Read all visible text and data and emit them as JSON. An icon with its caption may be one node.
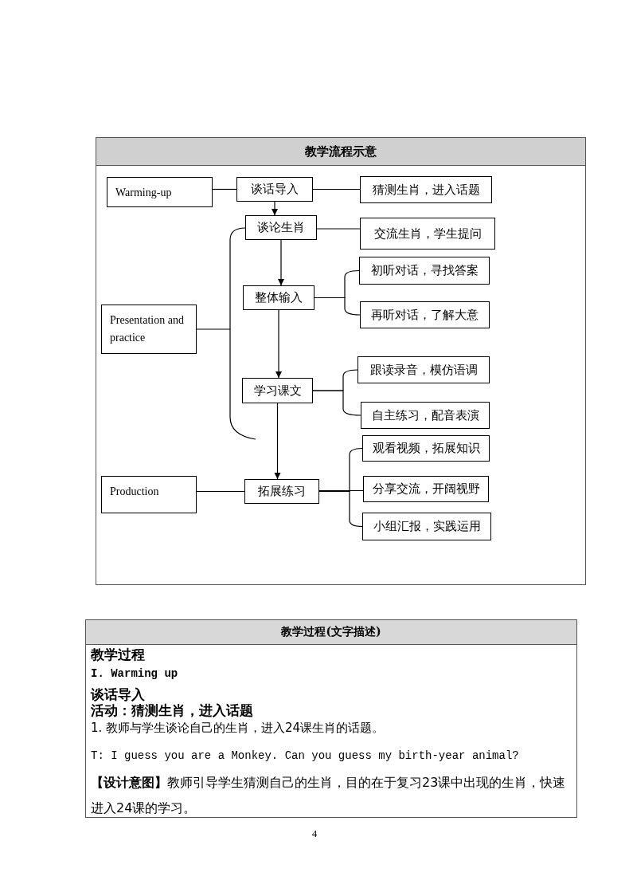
{
  "diagram": {
    "nodes": [
      {
        "text": [
          "教学流程示意"
        ]
      },
      {
        "text": [
          "Warming-up"
        ],
        "in": 0
      },
      {
        "text": [
          "谈话导入"
        ],
        "in": 0
      },
      {
        "text": [
          "猜测生肖，进入话题"
        ],
        "in": 0
      },
      {
        "text": [
          "谈论生肖"
        ],
        "in": 0
      },
      {
        "text": [
          "交流生肖，学生提问"
        ],
        "in": 0
      },
      {
        "text": [
          "Presentation and practice"
        ],
        "in": 0
      },
      {
        "text": [
          "整体输入"
        ],
        "in": 0
      },
      {
        "text": [
          "初听对话，寻找答案"
        ],
        "in": 0
      },
      {
        "text": [
          "再听对话，了解大意"
        ],
        "in": 0
      },
      {
        "text": [
          "学习课文"
        ],
        "in": 0
      },
      {
        "text": [
          "跟读录音，模仿语调"
        ],
        "in": 0
      },
      {
        "text": [
          "自主练习，配音表演"
        ],
        "in": 0
      },
      {
        "text": [
          "Production"
        ],
        "in": 0
      },
      {
        "text": [
          "拓展练习"
        ],
        "in": 0
      },
      {
        "text": [
          "观看视频，拓展知识"
        ],
        "in": 0
      },
      {
        "text": [
          "分享交流，开阔视野"
        ],
        "in": 0
      },
      {
        "text": [
          "小组汇报，实践运用"
        ],
        "in": 0
      }
    ],
    "edges": [
      {
        "from": 1,
        "to": 2,
        "arrow": "none"
      },
      {
        "from": 2,
        "to": 3,
        "arrow": "none"
      },
      {
        "from": 2,
        "to": 4,
        "arrow": "to"
      },
      {
        "from": 4,
        "to": 5,
        "arrow": "none"
      },
      {
        "from": 6,
        "to": 4,
        "arrow": "none"
      },
      {
        "from": 4,
        "to": 7,
        "arrow": "to"
      },
      {
        "from": 7,
        "to": 8,
        "arrow": "none"
      },
      {
        "from": 7,
        "to": 9,
        "arrow": "none"
      },
      {
        "from": 7,
        "to": 10,
        "arrow": "to"
      },
      {
        "from": 10,
        "to": 11,
        "arrow": "none"
      },
      {
        "from": 10,
        "to": 12,
        "arrow": "none"
      },
      {
        "from": 10,
        "to": 14,
        "arrow": "to"
      },
      {
        "from": 13,
        "to": 14,
        "arrow": "none"
      },
      {
        "from": 14,
        "to": 15,
        "arrow": "none"
      },
      {
        "from": 14,
        "to": 16,
        "arrow": "none"
      },
      {
        "from": 14,
        "to": 17,
        "arrow": "none"
      }
    ],
    "labels": [
      "教学过程(文字描述)",
      "教学过程",
      "I. Warming up",
      "谈话导入",
      "活动：猜测生肖，进入话题",
      "1. 教师与学生谈论自己的生肖，进入24课生肖的话题。",
      "T: I guess you are a Monkey. Can you guess my birth-year animal?",
      "**【设计意图】**教师引导学生猜测自己的生肖，目的在于复习23课中出现的生肖，快速进入24课的学习。",
      "4"
    ]
  }
}
